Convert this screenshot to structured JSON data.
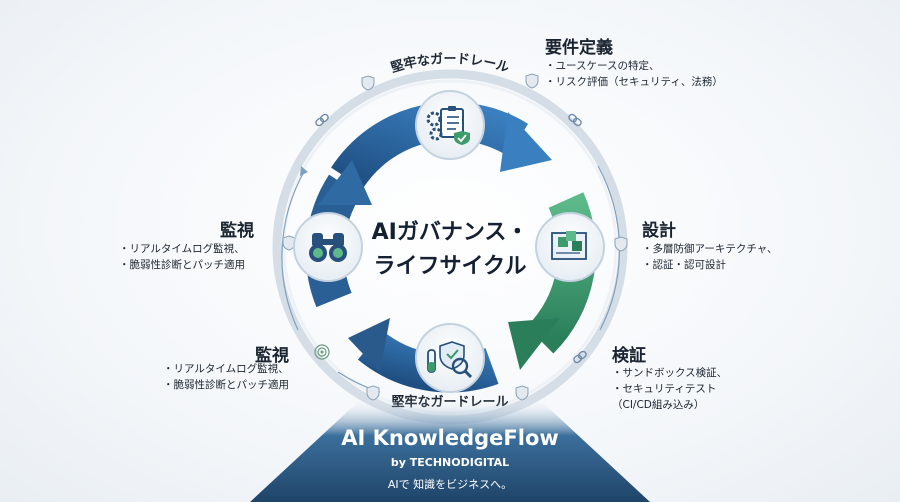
{
  "center_title_lines": [
    "AIガバナンス・",
    "ライフサイクル"
  ],
  "guardrail_top": "堅牢なガードレール",
  "guardrail_bottom": "堅牢なガードレール",
  "stages": {
    "requirements": {
      "title": "要件定義",
      "bullets": [
        "・ユースケースの特定、",
        "・リスク評価（セキュリティ、法務）"
      ],
      "icon": "clipboard-gears-icon"
    },
    "design": {
      "title": "設計",
      "bullets": [
        "・多層防御アーキテクチャ、",
        "・認証・認可設計"
      ],
      "icon": "blueprint-blocks-icon"
    },
    "verification": {
      "title": "検証",
      "bullets": [
        "・サンドボックス検証、",
        "・セキュリティテスト",
        "（CI/CD組み込み）"
      ],
      "icon": "shield-magnifier-icon"
    },
    "monitoring_upper": {
      "title": "監視",
      "bullets": [
        "・リアルタイムログ監視、",
        "・脆弱性診断とパッチ適用"
      ],
      "icon": "binoculars-icon"
    },
    "monitoring_lower": {
      "title": "監視",
      "bullets": [
        "・リアルタイムログ監視、",
        "・脆弱性診断とパッチ適用"
      ]
    }
  },
  "brand": {
    "name": "AI KnowledgeFlow",
    "by": "by TECHNODIGITAL",
    "tagline": "AIで 知識をビジネスへ。"
  },
  "colors": {
    "arrow_blue": "#2a5f95",
    "arrow_green": "#3d9a6a",
    "ring": "#c9d5e0",
    "brand_panel": "#2c5a86"
  }
}
